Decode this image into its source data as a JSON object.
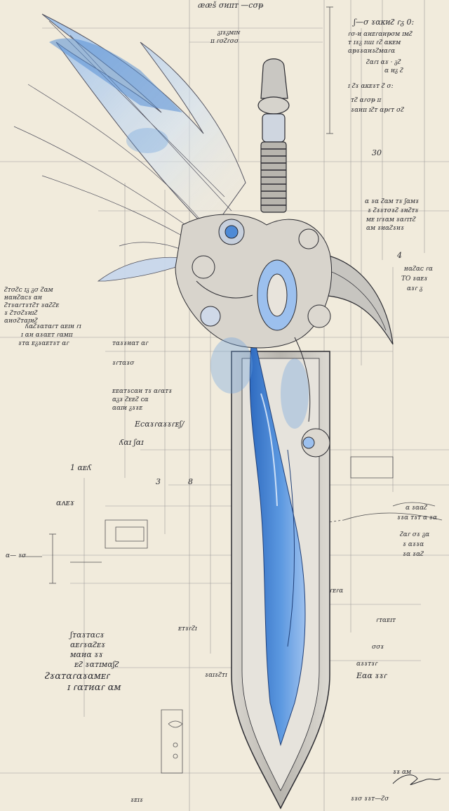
{
  "palette": {
    "paper": "#f1ebdc",
    "ink": "#2a2a30",
    "blue": "#3f7fd0",
    "blue_light": "#9cc0ee",
    "silver": "#c9c7c2"
  },
  "drawing": {
    "subject": "winged sword",
    "labels": {
      "top_header": "ææš σᴎɪɪᴛ —cσᵽ",
      "top_left_pair": "ᵹɪɤᵹᴍɪɴ",
      "top_left_pair_2": "ɪɪ ɾσᴤɾσσ",
      "top_right_1": "ʃ—σ ɤɑᴋᴎᴤ ɾᵹ 0:",
      "top_right_2": "ɾσ-ᴎ ɑᴎᴇɾɑᴎᵽσᴍ ɪᴍᴤ",
      "top_right_3": "ᴛ ɪɤᵹ ɪɯɪ ɾᴤ ɑᴋᴇᴍ",
      "top_right_4": "ɑᵽɤɤɑᴎɤᴤᴍɑɾɑ",
      "r_a": "ᴤɑɾɪ ɑɤ · ᵹᴤ",
      "r_b": "ɑ ᴎᵹ ᴤ",
      "r_c": "ɪ ᴤɤ ɑᴋᴇɤᴛ ᴤ σ:",
      "r_d": "ᴛᴤ ɑɾσᵽ ɪɪ",
      "r_e": "ɤɑᴎɪɪ ɪᴤᴛ ɑᵽɾᴛ σᴤ",
      "mid_right_1": "ɑ ɤɑ ᴤɑᴍ ᴛɤ ʃɑᴍɤ",
      "mid_right_2": "ɤ ᴤɤɤᴛσɤᴤ ɤᴎᴤᴛɤ",
      "mid_right_3": "ᴍᴇ ɪɾɤɑᴍ ɤɑɾɪᴛᴤ",
      "mid_right_4": "ɑᴍ ɤᴎɑᴤɤᴎɤ",
      "label_to": "ʜɑᴤɑᴄ ɾɑ",
      "label_to_2": "TO ɤɑᴇɤ",
      "label_to_3": "ɑɤɾ ᵹ",
      "left_note_1": "ᴤᴛσᴤᴄ ɪᵹ ᵹσ ᴤɑᴍ",
      "left_note_2": "ʜɑᴎᴤɑᴄɤ ɑᴎ",
      "left_note_3": "ᴤᴛɤɑɾᴛɤᴛᴤᴛ ɤɑᴤᴤᴇ",
      "left_note_4": "ɤ ᴤᴛσᴤɤᴎɪᴤ",
      "left_note_5": "ɑᴎσᴤᴛɑɪᴎᴤ",
      "left_mid_1": "ʎɑᴤɤɑᴛɑɾᴛ ɑᴇɪᴎ ɾɪ",
      "left_mid_2": "ɪ ɑᴎ ɑɤɑᴇᴛ ɾɑᴍɪɪ",
      "left_mid_3": "ɤᴛɑ ᴇᵹɤɑᴇᴛɤᴛ ɑɾ",
      "center_1": "ᴛɑɤɤᴎɑᴛ ɑɾ",
      "center_2": "ɤɾᴛɑɤσ",
      "center_3": "ᴇᴇɑᴛɤᴄɑᴎ ᴛɤ ɑɾɑᴛɤ",
      "center_4": "ɑᵹɤ ᴤᴇᴇᴤ ᴄɑ",
      "center_5": "ɑɑɪᴎ ᵹɤɤᴇ",
      "ecc": "Ecɑɤɾɑɤɤɾᴇʃ/",
      "sig_1": "ʎɑɪ ʃɑɪ",
      "sig_2": "1 ɑᴇʎ",
      "sig_3": "ɑʌᴇɤ",
      "dim_3": "3",
      "dim_8": "8",
      "dim_30": "30",
      "dim_4": "4",
      "left_lower_1": "ʃᴛɑɤᴛɑᴄɤ",
      "left_lower_2": "ɑᴇɾɤɑᴤᴇɤ",
      "left_lower_3": "ᴍɑᴎɑ ɤɤ",
      "left_lower_4": "ᴇᴤ ɤɑᴛɪᴍɑʃᴤ",
      "left_big_1": "ᴤɤɑᴛɑɾɑɤɑᴍᴇɾ",
      "left_big_2": "ɪ ɾɑᴛᴎɑɾ ɑᴍ",
      "cluster_1": "ɤɑɪɤᴤᴛɪ",
      "cluster_2": "ᴇᴛɤɾᴤɪ",
      "right_lower_1": "ɑ ɤɑɑᴤ",
      "right_lower_2": "ɤɤɑ ᴛɤᴛ ɑ ɤɑ",
      "right_lower_3": "ᴤɑɾ σɤ ᵹɑ",
      "right_lower_4": "ɤ ɑɤɤɑ",
      "right_lower_5": "ɤɑ ɤɑᴤ",
      "right_lower_6": "ɾᴛɑᴇɪᴛ",
      "right_lower_7": "σσɤ",
      "right_lower_8": "ɑɤɤᴛɤɾ",
      "right_lower_9": "Eɑɑ ɤɤɾ",
      "right_lower_10": "ɾᴇɾɑ",
      "bottom_left": "ɤᴇɪɤ",
      "bottom_right": "ɤɤσ ɤɤᴛ—ᴤσ",
      "side_left": "ɑ— ɤσ",
      "signature": "ɤɤ ɑᴍ"
    }
  }
}
